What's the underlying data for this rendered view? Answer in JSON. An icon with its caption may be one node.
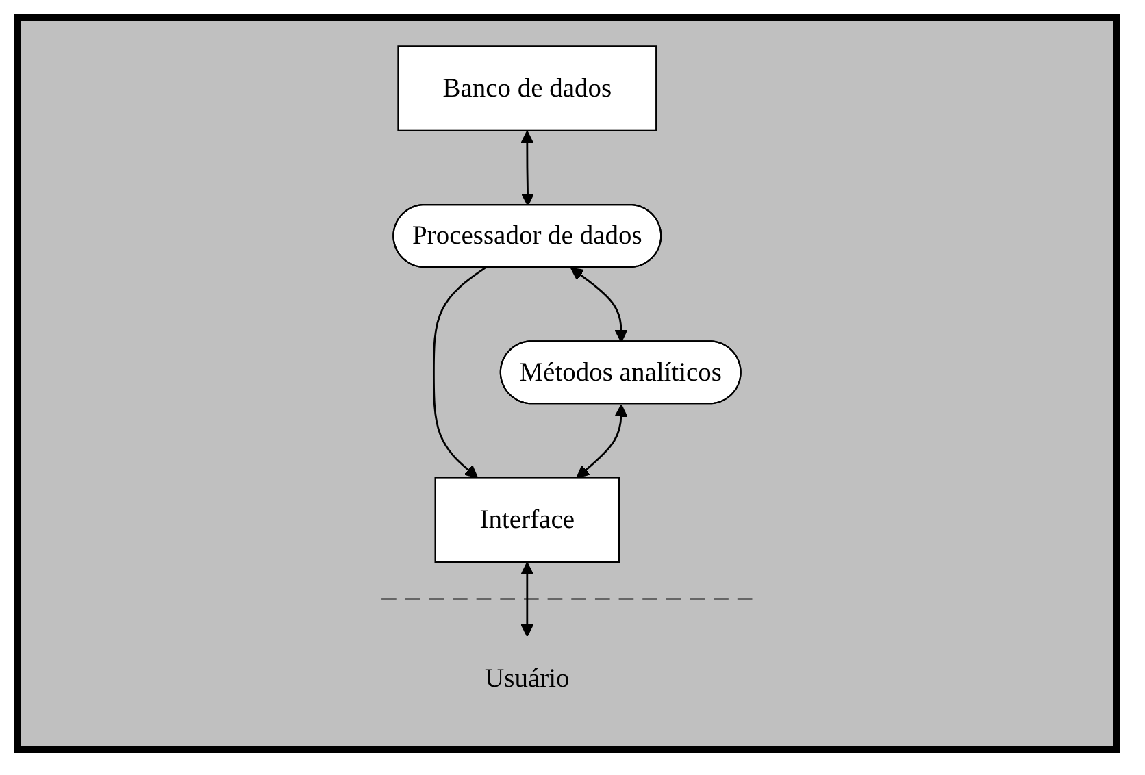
{
  "diagram": {
    "nodes": [
      {
        "text": [
          "Banco de dados"
        ]
      },
      {
        "text": [
          "Processador de dados"
        ]
      },
      {
        "text": [
          "Métodos analíticos"
        ]
      },
      {
        "text": [
          "Interface"
        ]
      },
      {
        "text": [
          "Usuário"
        ]
      }
    ],
    "edges": [
      {
        "from": 0,
        "to": 1,
        "arrow": "both"
      },
      {
        "from": 1,
        "to": 2,
        "arrow": "both"
      },
      {
        "from": 1,
        "to": 3,
        "arrow": "to"
      },
      {
        "from": 2,
        "to": 3,
        "arrow": "both"
      },
      {
        "from": 3,
        "to": 4,
        "arrow": "both"
      }
    ]
  }
}
